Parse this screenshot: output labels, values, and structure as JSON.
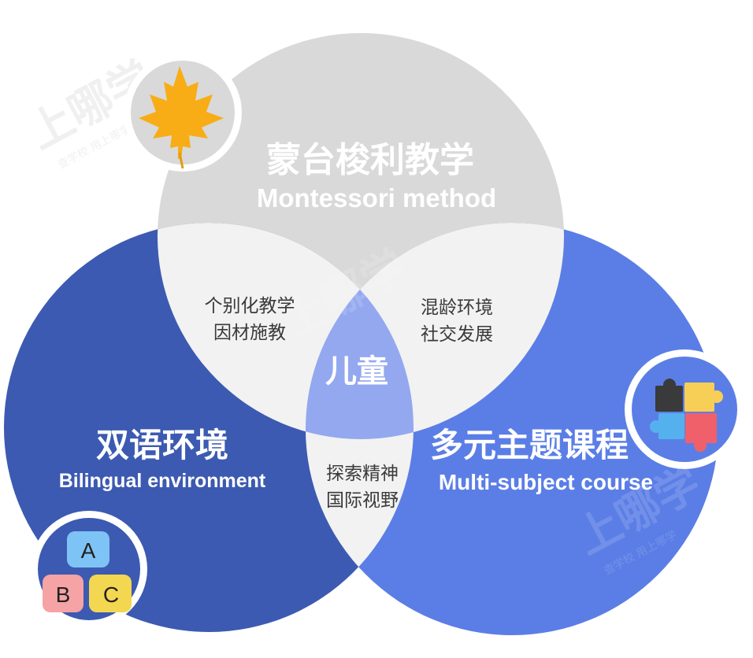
{
  "colors": {
    "top_circle": "#d9d9d9",
    "left_circle": "#3c5ab1",
    "right_circle": "#5b7ee6",
    "overlap": "#f2f2f2",
    "center": "#94a8f0",
    "badge_ring": "#ffffff",
    "leaf": "#f8ad16",
    "block_a": "#7ec3f5",
    "block_b": "#f6a3a6",
    "block_c": "#f4d750",
    "puzzle_dark": "#3a3a3a",
    "puzzle_yellow": "#f7cf56",
    "puzzle_blue": "#55b1ee",
    "puzzle_red": "#f0606a"
  },
  "top": {
    "title_cn": "蒙台梭利教学",
    "title_en": "Montessori method",
    "icon": "maple-leaf-icon"
  },
  "left": {
    "title_cn": "双语环境",
    "title_en": "Bilingual environment",
    "icon": "abc-blocks-icon",
    "blocks": [
      "A",
      "B",
      "C"
    ]
  },
  "right": {
    "title_cn": "多元主题课程",
    "title_en": "Multi-subject course",
    "icon": "puzzle-icon"
  },
  "overlaps": {
    "top_left": [
      "个别化教学",
      "因材施教"
    ],
    "top_right": [
      "混龄环境",
      "社交发展"
    ],
    "left_right": [
      "探索精神",
      "国际视野"
    ]
  },
  "center": {
    "label": "儿童"
  },
  "watermark": {
    "main": "上哪学",
    "sub": "查学校 用上哪学"
  }
}
